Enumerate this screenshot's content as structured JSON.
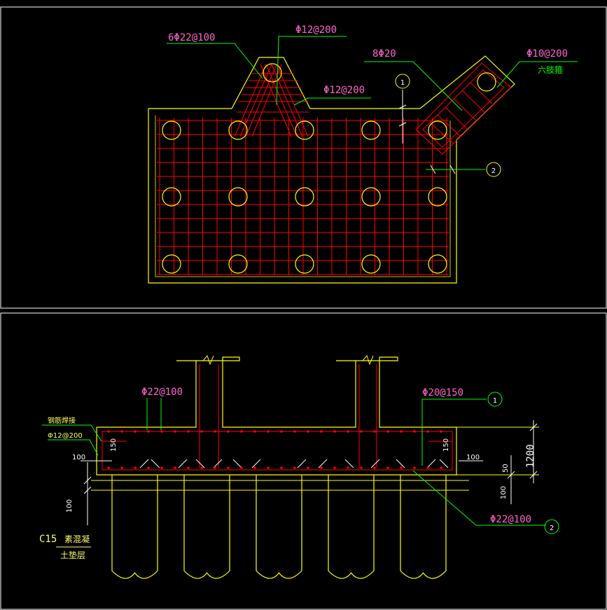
{
  "colors": {
    "background": "#000000",
    "outline": "#ffff00",
    "rebar": "#ff0000",
    "leader": "#00ff00",
    "label": "#ff66cc",
    "frame": "#ffffff",
    "dim": "#ffff66"
  },
  "plan": {
    "label_6phi22": "6Φ22@100",
    "label_phi12_top": "Φ12@200",
    "label_phi12_mid": "Φ12@200",
    "label_8phi20": "8Φ20",
    "label_phi10": "Φ10@200",
    "label_hex": "六肢箍",
    "bubble_1": "1",
    "bubble_2": "2"
  },
  "section": {
    "label_phi22_top": "Φ22@100",
    "label_phi20": "Φ20@150",
    "label_phi22_bot": "Φ22@100",
    "label_gangjin": "钢筋焊接",
    "label_phi12": "Φ12@200",
    "bubble_1": "1",
    "bubble_2": "2",
    "dim_150_left": "150",
    "dim_150_right": "150",
    "dim_100_left": "100",
    "dim_100_right": "100",
    "dim_100_vert": "100",
    "dim_50": "50",
    "dim_100_right_vert": "100",
    "dim_1200": "1200",
    "c15": "C15",
    "concrete": "素混凝",
    "cushion": "土垫层"
  }
}
